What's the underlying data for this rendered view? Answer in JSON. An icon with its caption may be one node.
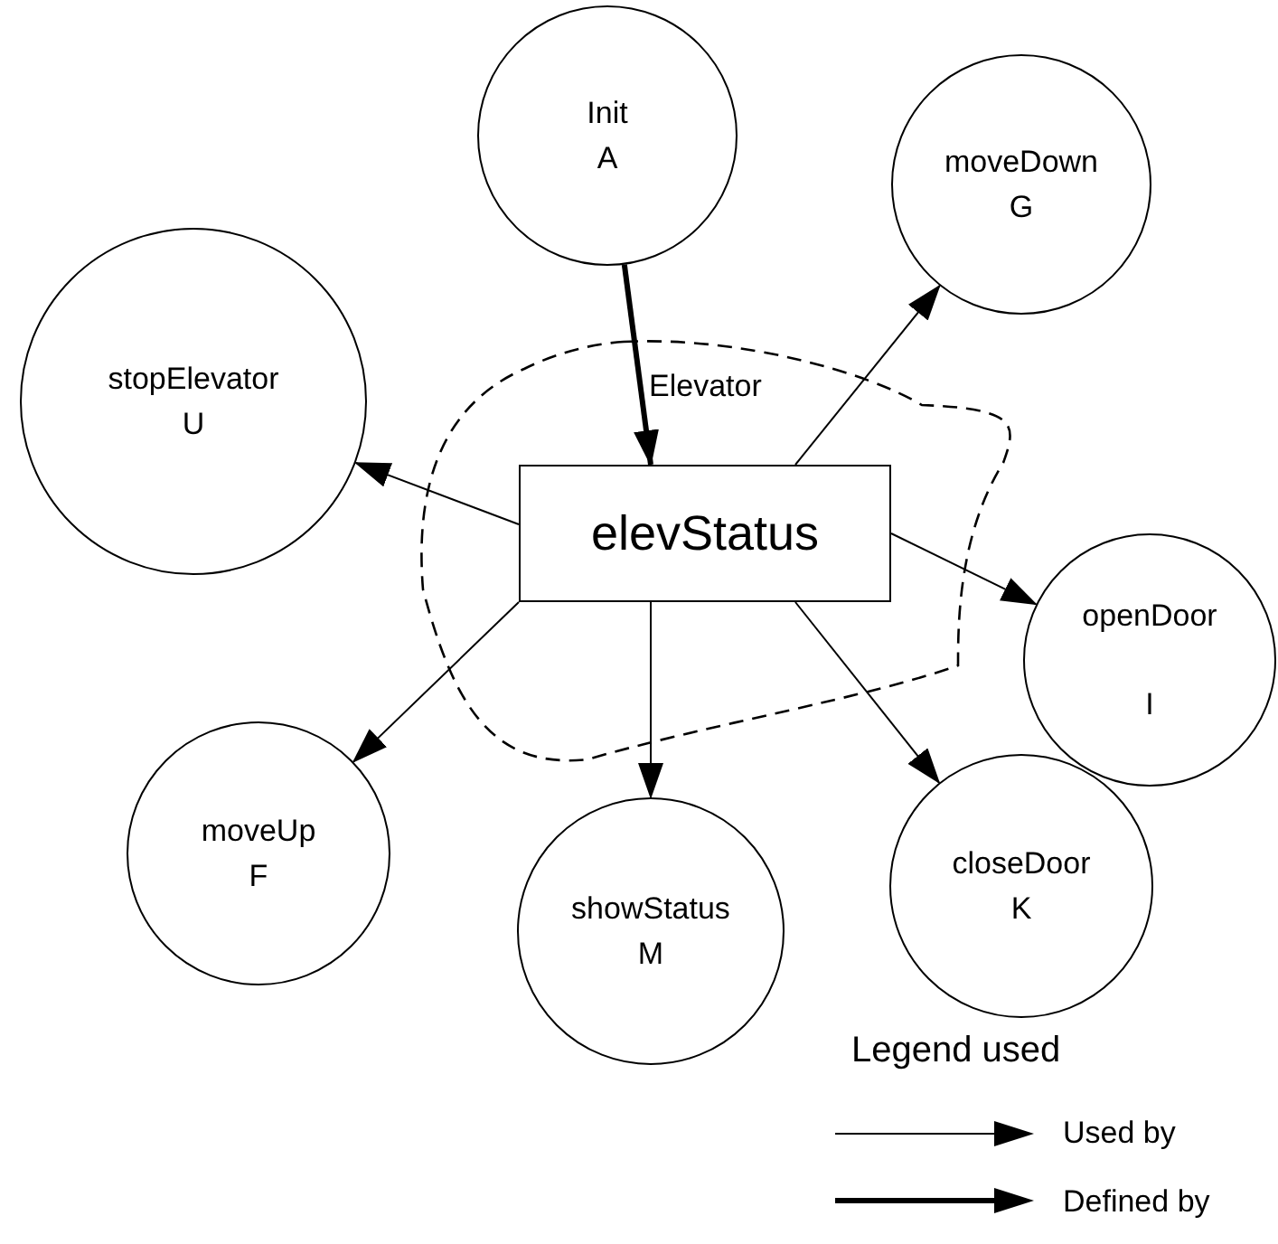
{
  "diagram": {
    "nodes": [
      {
        "text": [
          "Init",
          "A"
        ]
      },
      {
        "text": [
          "moveDown",
          "G"
        ]
      },
      {
        "text": [
          "stopElevator",
          "U"
        ]
      },
      {
        "text": [
          "Elevator"
        ]
      },
      {
        "text": [
          "elevStatus"
        ],
        "in": 3
      },
      {
        "text": [
          "openDoor",
          "I"
        ]
      },
      {
        "text": [
          "moveUp",
          "F"
        ]
      },
      {
        "text": [
          "closeDoor",
          "K"
        ]
      },
      {
        "text": [
          "showStatus",
          "M"
        ]
      }
    ],
    "edges": [
      {
        "from": 0,
        "to": 4,
        "arrow": "to",
        "style": "thick"
      },
      {
        "from": 4,
        "to": 1,
        "arrow": "to"
      },
      {
        "from": 4,
        "to": 2,
        "arrow": "to"
      },
      {
        "from": 4,
        "to": 5,
        "arrow": "to"
      },
      {
        "from": 4,
        "to": 6,
        "arrow": "to"
      },
      {
        "from": 4,
        "to": 8,
        "arrow": "to"
      },
      {
        "from": 4,
        "to": 7,
        "arrow": "to"
      }
    ],
    "labels": [
      "Legend used"
    ],
    "legend": [
      {
        "text": "Used by"
      },
      {
        "text": "Defined by"
      }
    ]
  }
}
